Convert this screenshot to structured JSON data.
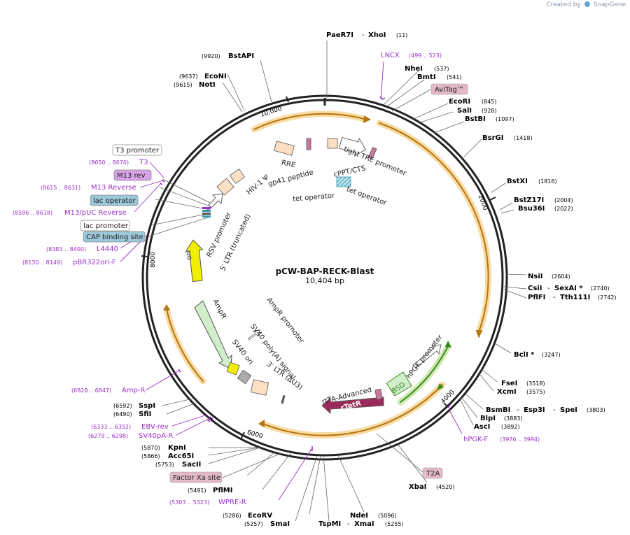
{
  "credit": {
    "prefix": "Created by",
    "brand": "SnapGene"
  },
  "plasmid": {
    "name": "pCW-BAP-RECK-Blast",
    "size_label": "10,404 bp",
    "length": 10404
  },
  "colors": {
    "enzyme_text": "#000000",
    "feature_purple": "#9b2fc9",
    "orf_orange": "#e8a020",
    "green": "#3a8a1e",
    "yellow": "#f2ee00",
    "rtetR": "#9b2a5a"
  },
  "ticks": [
    {
      "pos": 2000,
      "label": "2000"
    },
    {
      "pos": 4000,
      "label": "4000"
    },
    {
      "pos": 6000,
      "label": "6000"
    },
    {
      "pos": 8000,
      "label": "8000"
    },
    {
      "pos": 10000,
      "label": "10,000"
    }
  ],
  "sites": [
    {
      "name": "PaeR7I",
      "name2": "XhoI",
      "pos": "(11)"
    },
    {
      "name": "NheI",
      "pos": "(537)"
    },
    {
      "name": "BmtI",
      "pos": "(541)"
    },
    {
      "name": "EcoRI",
      "pos": "(845)"
    },
    {
      "name": "SalI",
      "pos": "(928)"
    },
    {
      "name": "BstBI",
      "pos": "(1097)"
    },
    {
      "name": "BsrGI",
      "pos": "(1418)"
    },
    {
      "name": "BstXI",
      "pos": "(1816)"
    },
    {
      "name": "BstZ17I",
      "pos": "(2004)"
    },
    {
      "name": "Bsu36I",
      "pos": "(2022)"
    },
    {
      "name": "NsiI",
      "pos": "(2604)"
    },
    {
      "name": "CsiI",
      "name2": "SexAI *",
      "pos": "(2740)"
    },
    {
      "name": "PflFI",
      "name2": "Tth111I",
      "pos": "(2742)"
    },
    {
      "name": "BclI *",
      "pos": "(3247)"
    },
    {
      "name": "FseI",
      "pos": "(3518)"
    },
    {
      "name": "XcmI",
      "pos": "(3575)"
    },
    {
      "name": "BsmBI",
      "name2": "Esp3I",
      "name3": "SpeI",
      "pos": "(3803)"
    },
    {
      "name": "BlpI",
      "pos": "(3883)"
    },
    {
      "name": "AscI",
      "pos": "(3892)"
    },
    {
      "name": "XbaI",
      "pos": "(4520)"
    },
    {
      "name": "NdeI",
      "pos": "(5096)"
    },
    {
      "name": "TspMI",
      "name2": "XmaI",
      "pos": "(5255)"
    },
    {
      "name": "EcoRV",
      "pos": "(5286)"
    },
    {
      "name": "SmaI",
      "pos": "(5257)"
    },
    {
      "name": "PflMI",
      "pos": "(5491)"
    },
    {
      "name": "SacII",
      "pos": "(5753)"
    },
    {
      "name": "Acc65I",
      "pos": "(5866)"
    },
    {
      "name": "KpnI",
      "pos": "(5870)"
    },
    {
      "name": "SfiI",
      "pos": "(6490)"
    },
    {
      "name": "SspI",
      "pos": "(6592)"
    },
    {
      "name": "NotI",
      "pos": "(9615)"
    },
    {
      "name": "EcoNI",
      "pos": "(9637)"
    },
    {
      "name": "BstAPI",
      "pos": "(9920)"
    }
  ],
  "primers": [
    {
      "name": "LNCX",
      "range": "(499 .. 523)"
    },
    {
      "name": "hPGK-F",
      "range": "(3976 .. 3994)"
    },
    {
      "name": "WPRE-R",
      "range": "(5303 .. 5323)"
    },
    {
      "name": "SV40pA-R",
      "range": "(6279 .. 6298)"
    },
    {
      "name": "EBV-rev",
      "range": "(6333 .. 6352)"
    },
    {
      "name": "Amp-R",
      "range": "(6828 .. 6847)"
    },
    {
      "name": "pBR322ori-F",
      "range": "(8130 .. 8149)"
    },
    {
      "name": "L4440",
      "range": "(8383 .. 8400)"
    },
    {
      "name": "M13/pUC Reverse",
      "range": "(8596 .. 8618)"
    },
    {
      "name": "M13 Reverse",
      "range": "(8615 .. 8631)"
    },
    {
      "name": "T3",
      "range": "(8650 .. 8670)"
    }
  ],
  "boxed_labels": [
    {
      "name": "AviTag™"
    },
    {
      "name": "T2A"
    },
    {
      "name": "Factor Xa site"
    },
    {
      "name": "T3 promoter"
    },
    {
      "name": "M13 rev"
    },
    {
      "name": "lac operator"
    },
    {
      "name": "lac promoter"
    },
    {
      "name": "CAP binding site"
    }
  ],
  "inner_labels": {
    "rre": "RRE",
    "gp41": "gp41 peptide",
    "hiv": "HIV-1 Ψ",
    "cppt": "cPPT/CTS",
    "tre": "tight TRE promoter",
    "tetop1": "tet operator",
    "tetop2": "tet operator",
    "rsv": "RSV promoter",
    "ltr5": "5′ LTR (truncated)",
    "ori": "ori",
    "ampr": "AmpR",
    "amprprom": "AmpR promoter",
    "sv40pa": "SV40 poly(A) signal",
    "sv40ori": "SV40 ori",
    "ltr3": "3′ LTR (ΔU3)",
    "hpgk": "hPGK promoter",
    "bsd": "BSD",
    "rtetr": "rTetR",
    "rtta": "rtTA-Advanced"
  }
}
